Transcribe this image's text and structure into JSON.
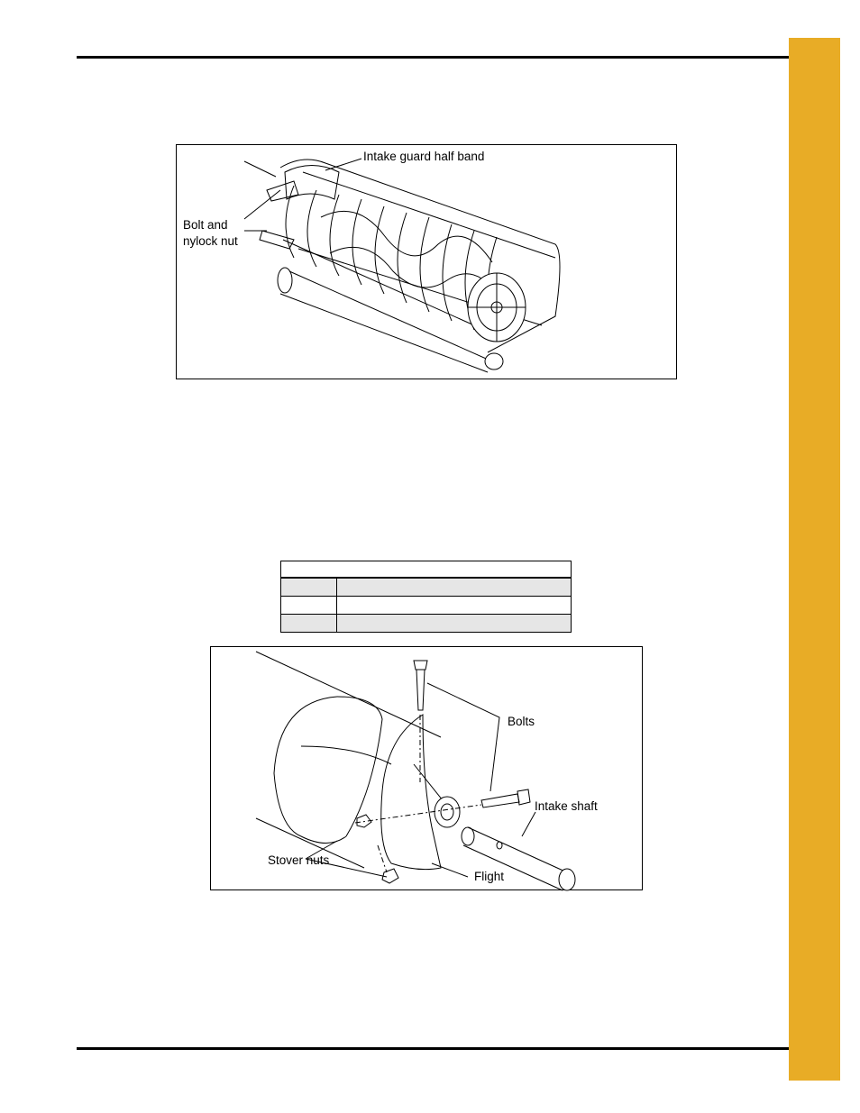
{
  "colors": {
    "side_tab": "#e8ac26",
    "rule": "#000000",
    "table_shade": "#e6e6e6"
  },
  "figure1": {
    "labels": {
      "half_band": "Intake guard half band",
      "bolt_line1": "Bolt and",
      "bolt_line2": "nylock nut"
    }
  },
  "table": {
    "header": "",
    "rows": [
      {
        "c1": "",
        "c2": "",
        "shaded": true
      },
      {
        "c1": "",
        "c2": "",
        "shaded": false
      },
      {
        "c1": "",
        "c2": "",
        "shaded": true
      }
    ]
  },
  "figure2": {
    "labels": {
      "bolts": "Bolts",
      "intake_shaft": "Intake shaft",
      "stover_nuts": "Stover nuts",
      "flight": "Flight"
    }
  }
}
